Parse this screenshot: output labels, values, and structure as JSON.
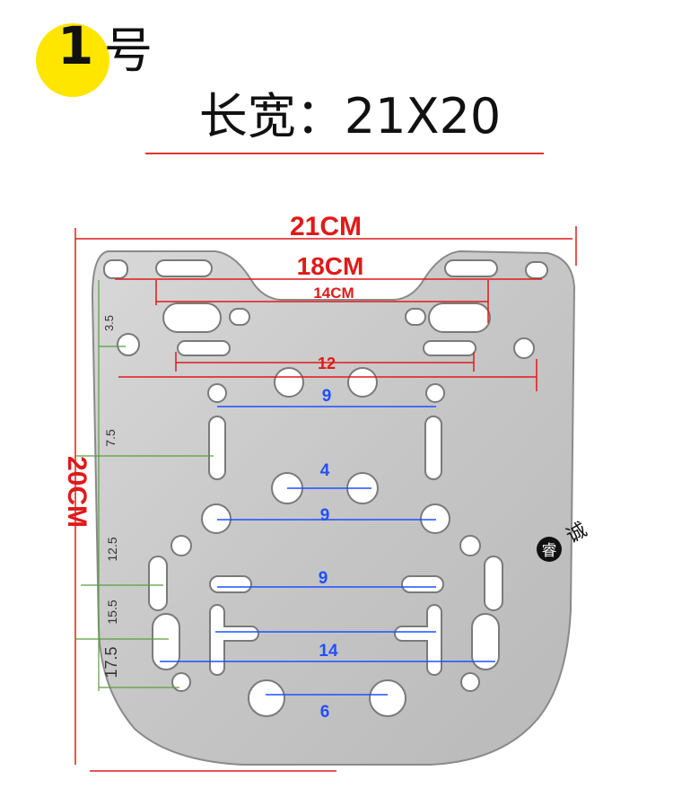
{
  "header": {
    "number": "1",
    "suffix": "号",
    "size_label": "长宽：21X20"
  },
  "dimensions": {
    "width_total": "21CM",
    "height_total": "20CM",
    "top_slots": "18CM",
    "second_slots": "14CM",
    "third_holes": "12",
    "spacing_9a": "9",
    "spacing_4": "4",
    "spacing_9b": "9",
    "spacing_9c": "9",
    "spacing_14": "14",
    "spacing_6": "6",
    "side_3_5": "3.5",
    "side_7_5": "7.5",
    "side_12_5": "12.5",
    "side_15_5": "15.5",
    "side_17_5": "17.5"
  },
  "watermark": {
    "char1": "睿",
    "char2": "诚"
  },
  "colors": {
    "red": "#e01a1a",
    "blue": "#1f50ff",
    "plate": "#c9c9c9",
    "badge": "#ffe600"
  }
}
